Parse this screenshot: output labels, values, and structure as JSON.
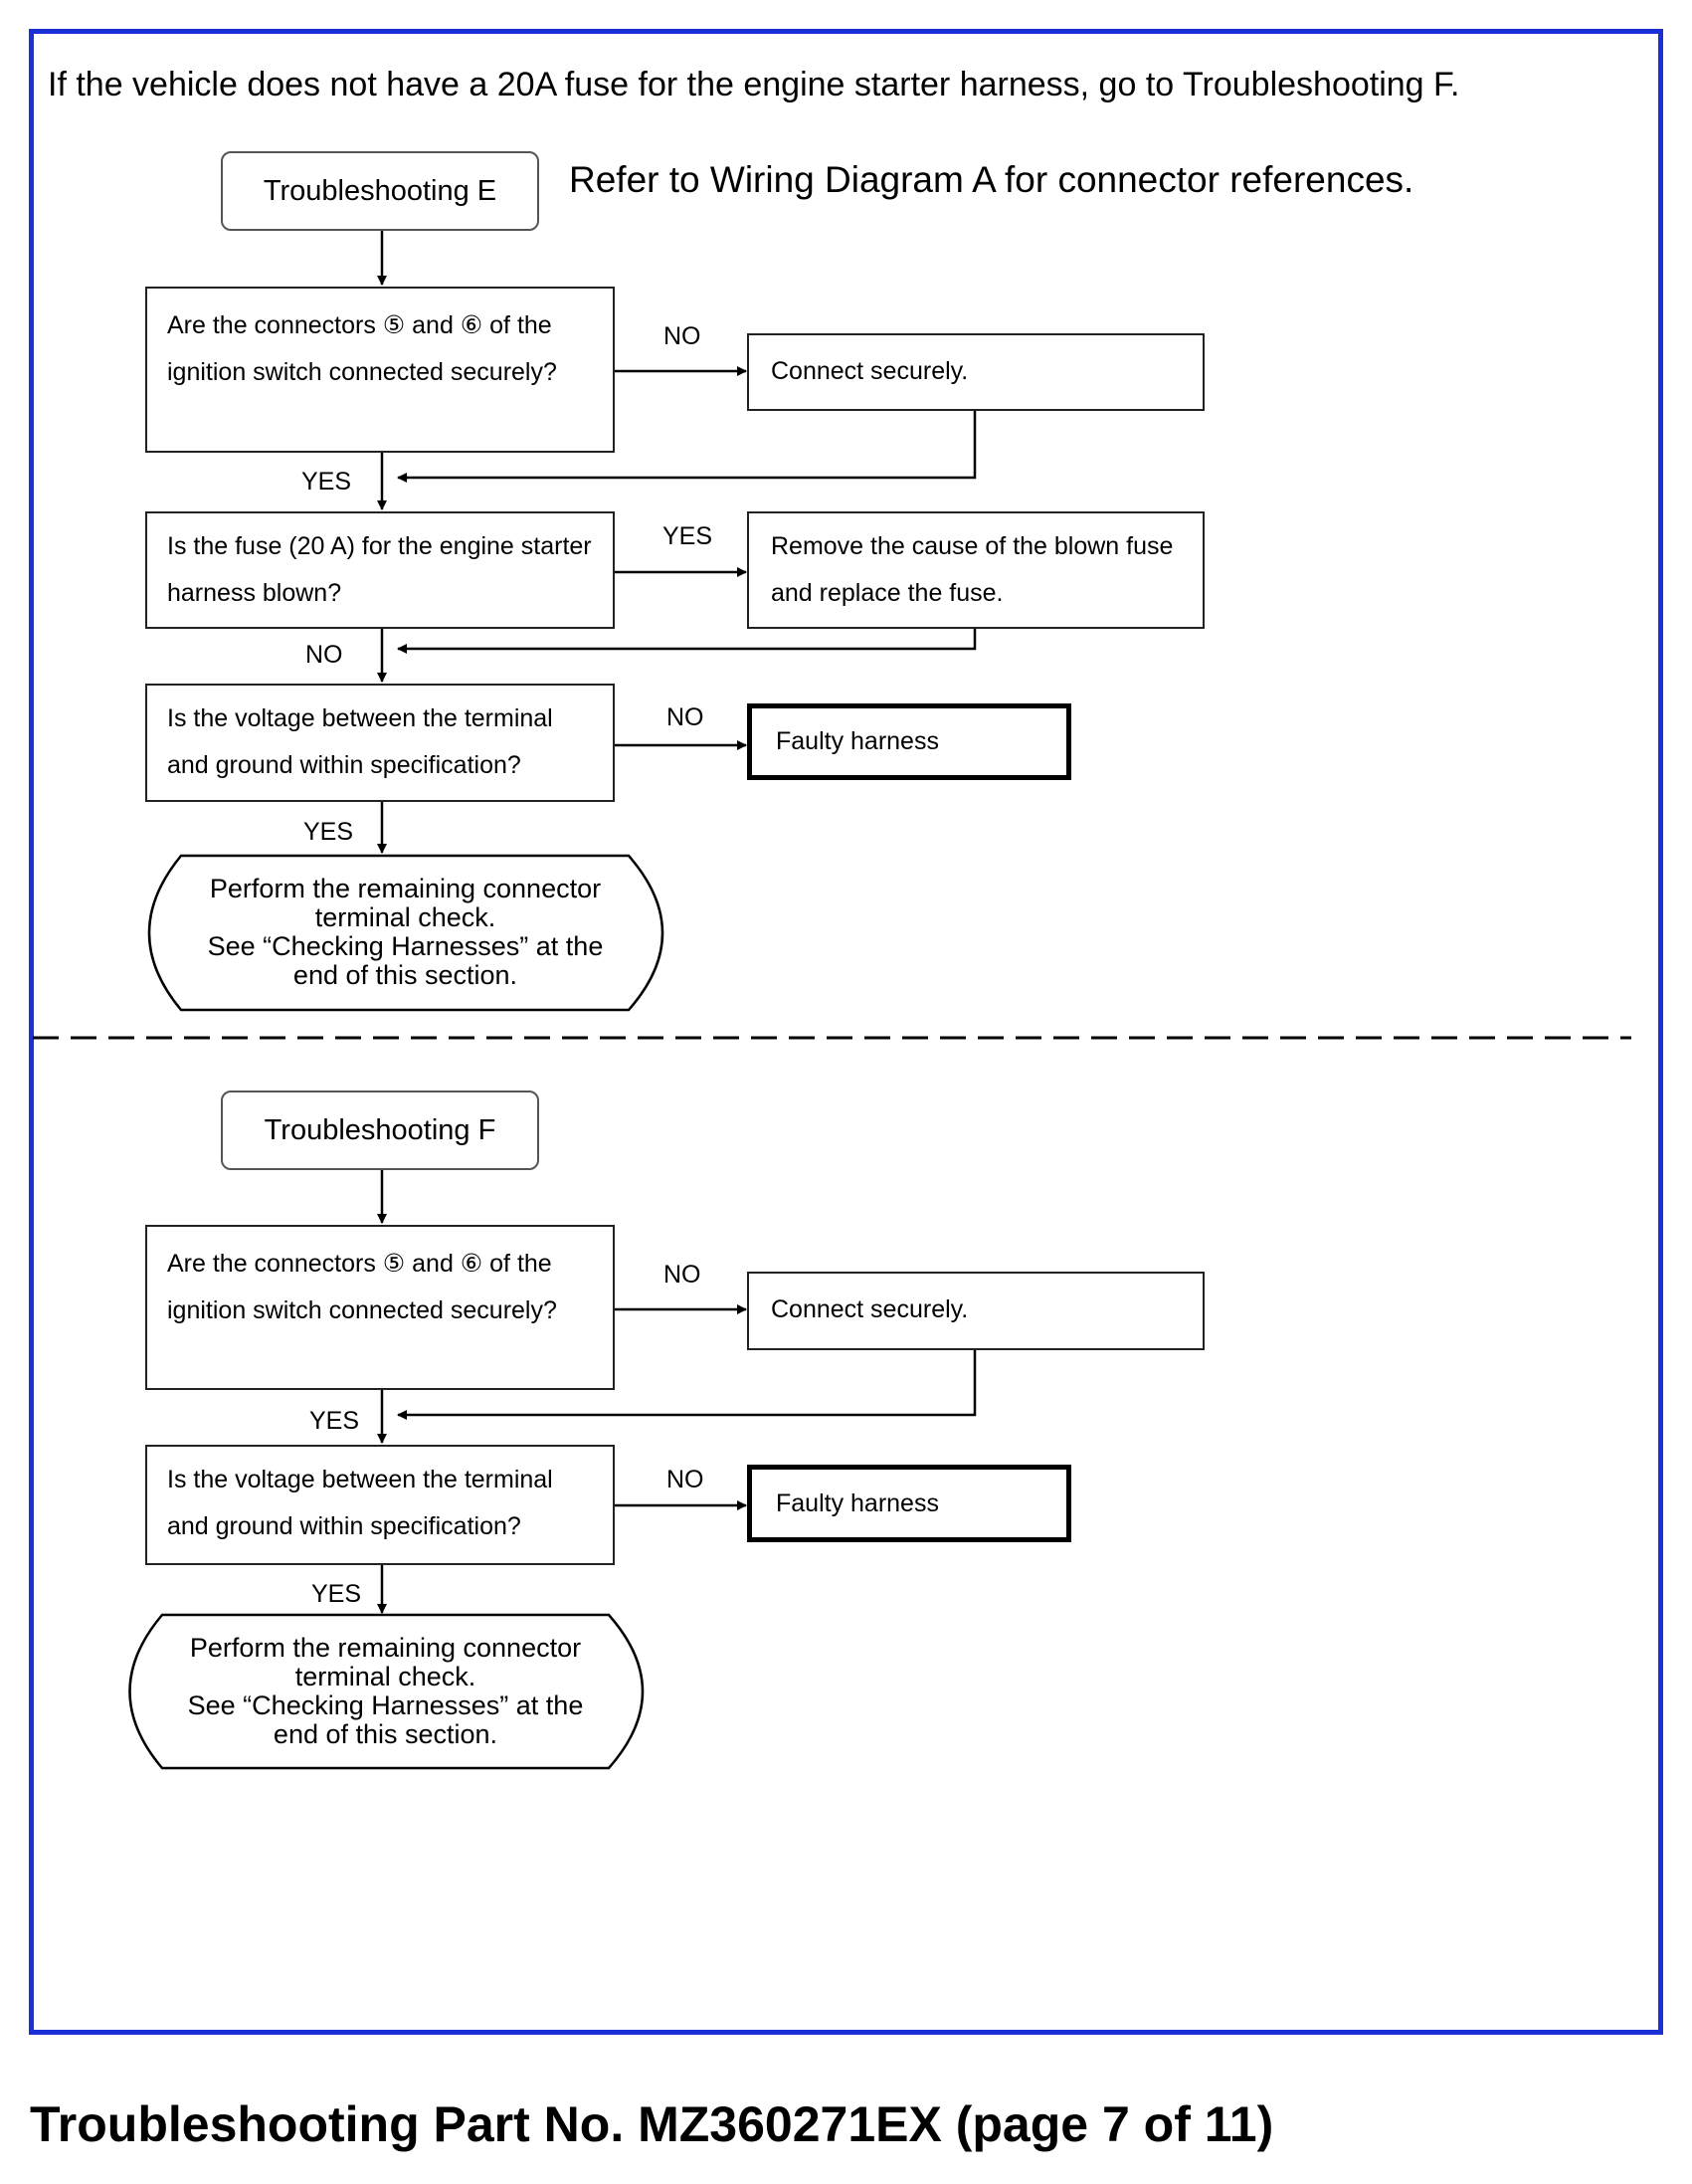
{
  "intro_text": "If the vehicle does not have a 20A fuse for the engine starter harness, go to Troubleshooting F.",
  "refer_text": "Refer to Wiring Diagram A for connector references.",
  "flow_e": {
    "title": "Troubleshooting E",
    "q1": {
      "line1": "Are the connectors ⑤ and ⑥ of the",
      "line2": "ignition switch connected securely?"
    },
    "q1_no": "NO",
    "q1_action": "Connect securely.",
    "q1_yes": "YES",
    "q2": {
      "line1": "Is the fuse (20 A) for the engine starter",
      "line2": "harness blown?"
    },
    "q2_yes": "YES",
    "q2_action": {
      "line1": "Remove the cause of the blown fuse",
      "line2": "and replace the fuse."
    },
    "q2_no": "NO",
    "q3": {
      "line1": "Is the voltage between the terminal",
      "line2": "and ground within specification?"
    },
    "q3_no": "NO",
    "q3_action": "Faulty harness",
    "q3_yes": "YES",
    "end": {
      "line1": "Perform the remaining connector",
      "line2": "terminal check.",
      "line3": "See “Checking Harnesses” at the",
      "line4": "end of this section."
    }
  },
  "flow_f": {
    "title": "Troubleshooting F",
    "q1": {
      "line1": "Are the connectors ⑤ and ⑥ of the",
      "line2": "ignition switch connected securely?"
    },
    "q1_no": "NO",
    "q1_action": "Connect securely.",
    "q1_yes": "YES",
    "q2": {
      "line1": "Is the voltage between the terminal",
      "line2": "and ground within specification?"
    },
    "q2_no": "NO",
    "q2_action": "Faulty harness",
    "q2_yes": "YES",
    "end": {
      "line1": "Perform the remaining connector",
      "line2": "terminal check.",
      "line3": "See “Checking Harnesses” at the",
      "line4": "end of this section."
    }
  },
  "footer": "Troubleshooting Part No. MZ360271EX (page 7 of 11)",
  "colors": {
    "frame": "#1a2fd6",
    "line": "#000000"
  }
}
